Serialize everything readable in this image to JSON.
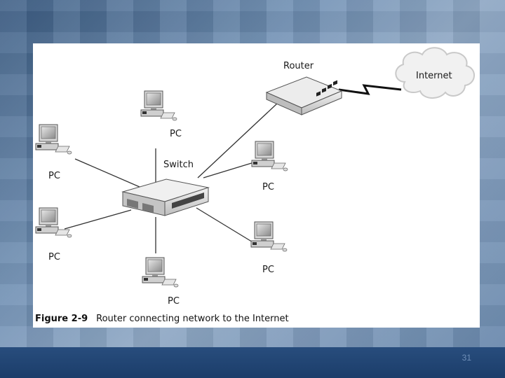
{
  "slide": {
    "page_number": "31"
  },
  "figure": {
    "caption_number": "Figure 2-9",
    "caption_text": "Router connecting network to the Internet"
  },
  "labels": {
    "router": "Router",
    "internet": "Internet",
    "switch": "Switch",
    "pc_top": "PC",
    "pc_left_upper": "PC",
    "pc_left_lower": "PC",
    "pc_bottom": "PC",
    "pc_right_upper": "PC",
    "pc_right_lower": "PC"
  }
}
